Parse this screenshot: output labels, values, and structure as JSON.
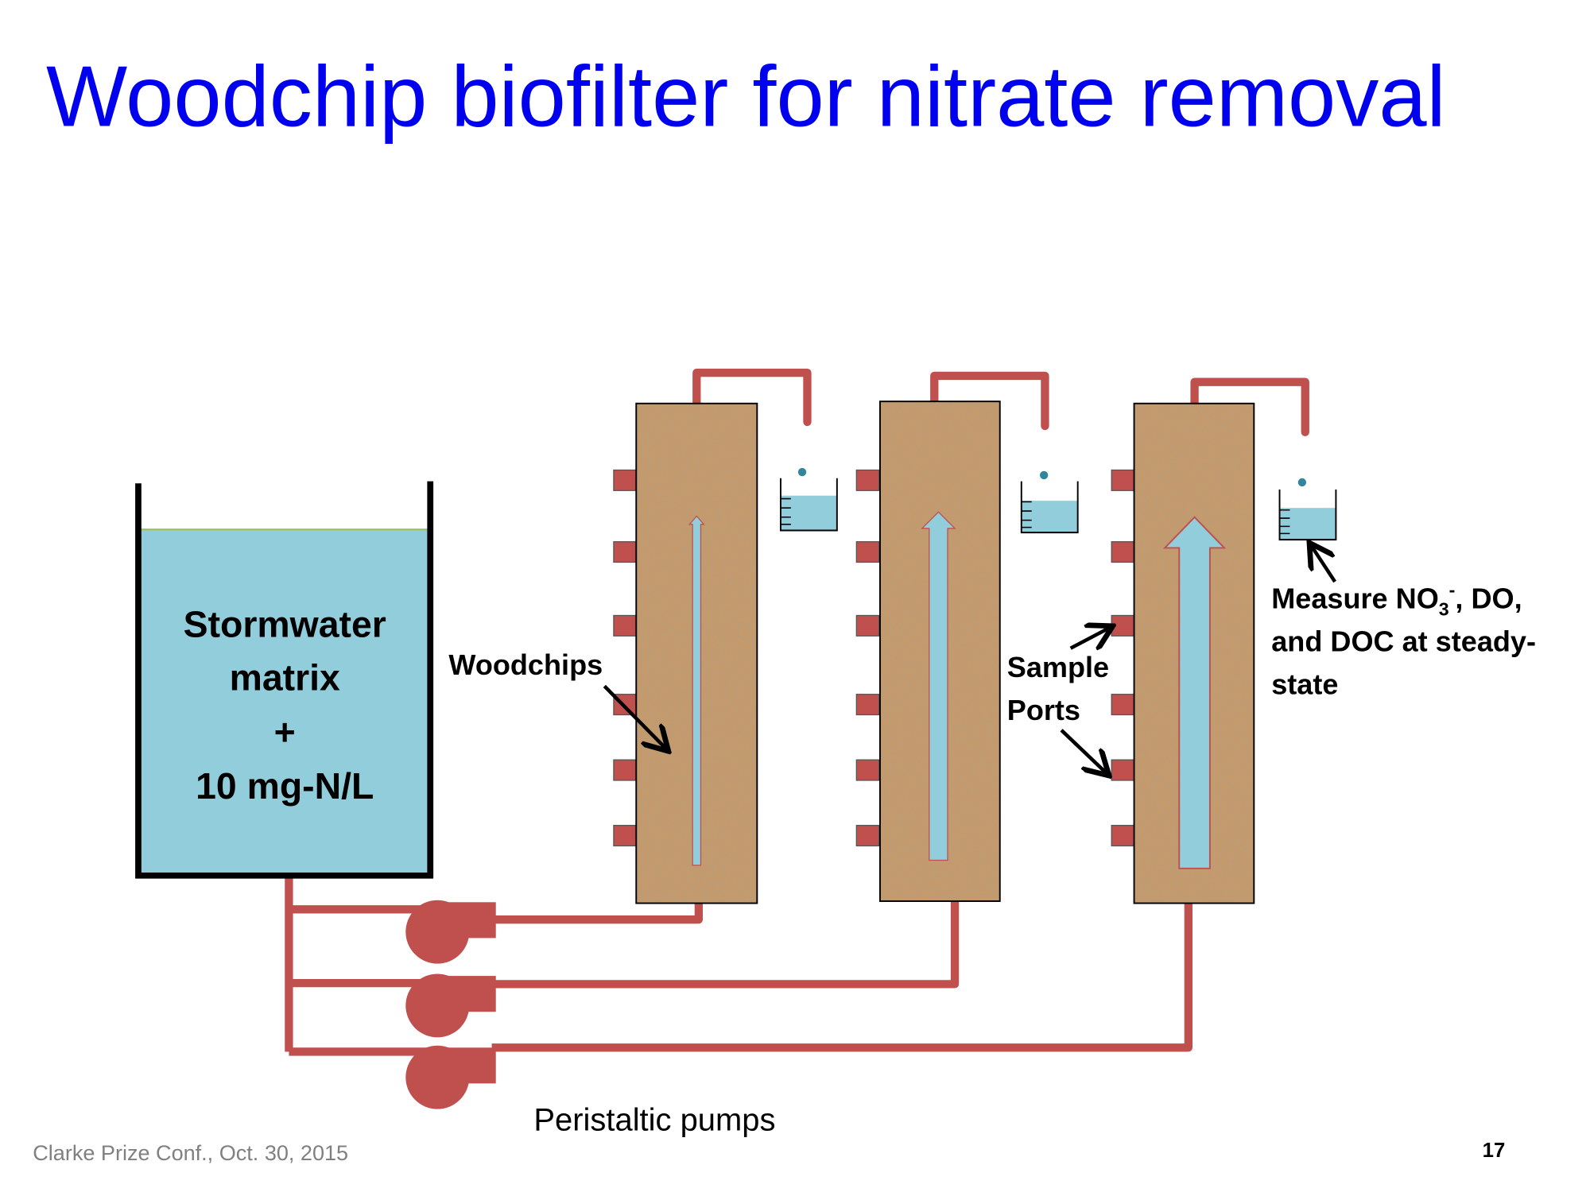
{
  "title": "Woodchip biofilter for nitrate removal",
  "tank": {
    "line1": "Stormwater",
    "line2": "matrix",
    "line3": "+",
    "line4": "10 mg-N/L"
  },
  "labels": {
    "woodchips": "Woodchips",
    "sample_line1": "Sample",
    "sample_line2": "Ports",
    "measure_prefix": "Measure NO",
    "measure_sub": "3",
    "measure_sup": "-",
    "measure_suffix": ", DO,",
    "measure_line2": "and DOC at steady-",
    "measure_line3": "state",
    "pumps": "Peristaltic pumps"
  },
  "footer": {
    "conference": "Clarke Prize Conf., Oct. 30, 2015",
    "page_number": "17"
  },
  "colors": {
    "title": "#0000ee",
    "pipe": "#c0504d",
    "water": "#92cddc",
    "woodchip": "#b88a5e"
  }
}
